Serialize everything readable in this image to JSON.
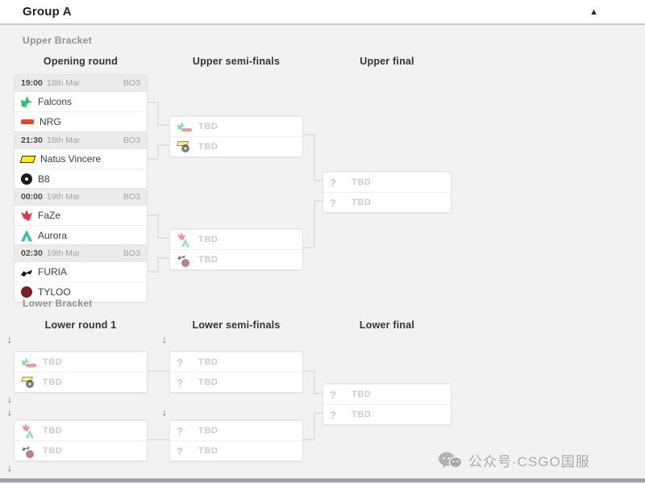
{
  "header": {
    "title": "Group A",
    "collapse_icon": "▲"
  },
  "labels": {
    "tbd": "TBD",
    "question": "?",
    "drop_arrow": "↓"
  },
  "upper": {
    "label": "Upper Bracket",
    "columns": [
      "Opening round",
      "Upper semi-finals",
      "Upper final"
    ],
    "opening": [
      {
        "time": "19:00",
        "date": "18th Mar",
        "format": "BO3",
        "teams": [
          {
            "name": "Falcons",
            "logo": "falcons"
          },
          {
            "name": "NRG",
            "logo": "nrg"
          }
        ]
      },
      {
        "time": "21:30",
        "date": "18th Mar",
        "format": "BO3",
        "teams": [
          {
            "name": "Natus Vincere",
            "logo": "navi"
          },
          {
            "name": "B8",
            "logo": "b8"
          }
        ]
      },
      {
        "time": "00:00",
        "date": "19th Mar",
        "format": "BO3",
        "teams": [
          {
            "name": "FaZe",
            "logo": "faze"
          },
          {
            "name": "Aurora",
            "logo": "aurora"
          }
        ]
      },
      {
        "time": "02:30",
        "date": "19th Mar",
        "format": "BO3",
        "teams": [
          {
            "name": "FURIA",
            "logo": "furia"
          },
          {
            "name": "TYLOO",
            "logo": "tyloo"
          }
        ]
      }
    ],
    "semi_finals": [
      {
        "slots": [
          {
            "label": "TBD",
            "candidates": [
              "falcons",
              "nrg"
            ]
          },
          {
            "label": "TBD",
            "candidates": [
              "navi",
              "b8"
            ]
          }
        ]
      },
      {
        "slots": [
          {
            "label": "TBD",
            "candidates": [
              "faze",
              "aurora"
            ]
          },
          {
            "label": "TBD",
            "candidates": [
              "furia",
              "tyloo"
            ]
          }
        ]
      }
    ],
    "final": {
      "slots": [
        {
          "label": "TBD"
        },
        {
          "label": "TBD"
        }
      ]
    }
  },
  "lower": {
    "label": "Lower Bracket",
    "columns": [
      "Lower round 1",
      "Lower semi-finals",
      "Lower final"
    ],
    "round1": [
      {
        "slots": [
          {
            "label": "TBD",
            "candidates": [
              "falcons",
              "nrg"
            ]
          },
          {
            "label": "TBD",
            "candidates": [
              "navi",
              "b8"
            ]
          }
        ]
      },
      {
        "slots": [
          {
            "label": "TBD",
            "candidates": [
              "faze",
              "aurora"
            ]
          },
          {
            "label": "TBD",
            "candidates": [
              "furia",
              "tyloo"
            ]
          }
        ]
      }
    ],
    "semi_finals": [
      {
        "slots": [
          {
            "label": "TBD"
          },
          {
            "label": "TBD"
          }
        ]
      },
      {
        "slots": [
          {
            "label": "TBD"
          },
          {
            "label": "TBD"
          }
        ]
      }
    ],
    "final": {
      "slots": [
        {
          "label": "TBD"
        },
        {
          "label": "TBD"
        }
      ]
    }
  },
  "logo_colors": {
    "falcons": "#2fbf71",
    "nrg": "#e8452c",
    "navi": "#ffee00",
    "b8": "#1a1a1a",
    "faze": "#e73249",
    "aurora": "#27c4a7",
    "furia": "#141414",
    "tyloo": "#7e1f27"
  },
  "watermark": {
    "text": "公众号·CSGO国服"
  }
}
